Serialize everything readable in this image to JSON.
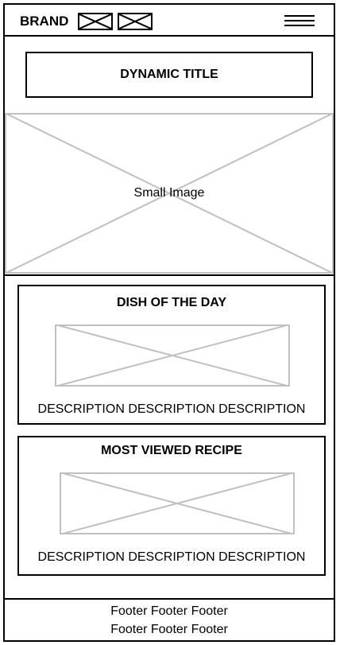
{
  "header": {
    "brand": "BRAND",
    "placeholder_icons": [
      "image-placeholder-icon",
      "image-placeholder-icon"
    ],
    "menu_icon": "hamburger-menu-icon"
  },
  "main": {
    "title": "DYNAMIC TITLE",
    "hero_label": "Small Image"
  },
  "cards": [
    {
      "title": "DISH OF THE DAY",
      "description": "DESCRIPTION DESCRIPTION DESCRIPTION"
    },
    {
      "title": "MOST VIEWED RECIPE",
      "description": "DESCRIPTION DESCRIPTION DESCRIPTION"
    }
  ],
  "footer": {
    "lines": [
      "Footer Footer Footer",
      "Footer Footer Footer"
    ]
  },
  "colors": {
    "outline": "#000000",
    "placeholder": "#c0c0c0",
    "background": "#ffffff"
  }
}
